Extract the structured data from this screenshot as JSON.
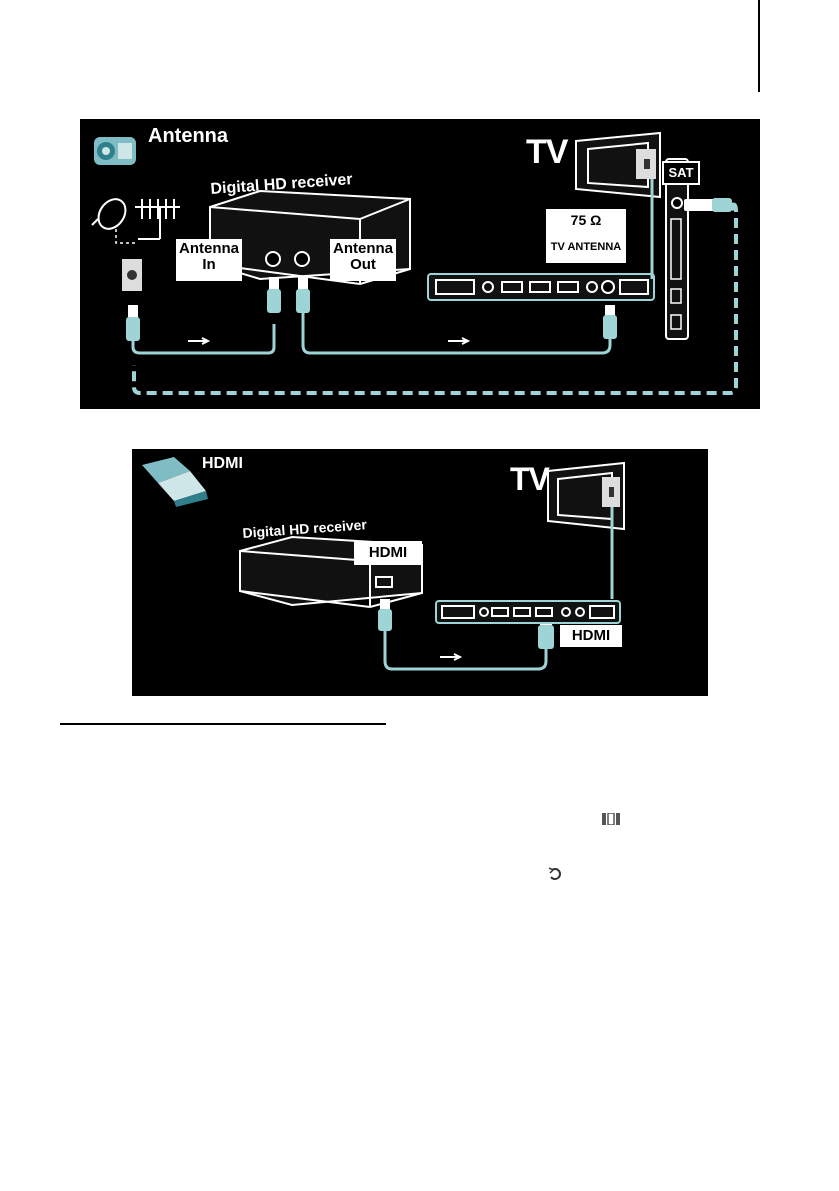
{
  "antenna_panel": {
    "title": "Antenna",
    "receiver_label": "Digital HD receiver",
    "tv_label": "TV",
    "antenna_in_label": "Antenna\nIn",
    "antenna_out_label": "Antenna\nOut",
    "sat_label": "SAT",
    "ohm_label": "75 Ω",
    "tv_antenna_label": "TV ANTENNA"
  },
  "hdmi_panel": {
    "title": "HDMI",
    "receiver_label": "Digital HD receiver",
    "tv_label": "TV",
    "receiver_port_label": "HDMI",
    "tv_port_label": "HDMI"
  },
  "icons": [
    "antenna-connector-icon",
    "hdmi-connector-icon",
    "format-icon",
    "back-icon"
  ],
  "colors": {
    "panel_bg": "#000000",
    "cable": "#9fd4d6",
    "outline": "#ffffff",
    "accent": "#4fb3bf"
  }
}
